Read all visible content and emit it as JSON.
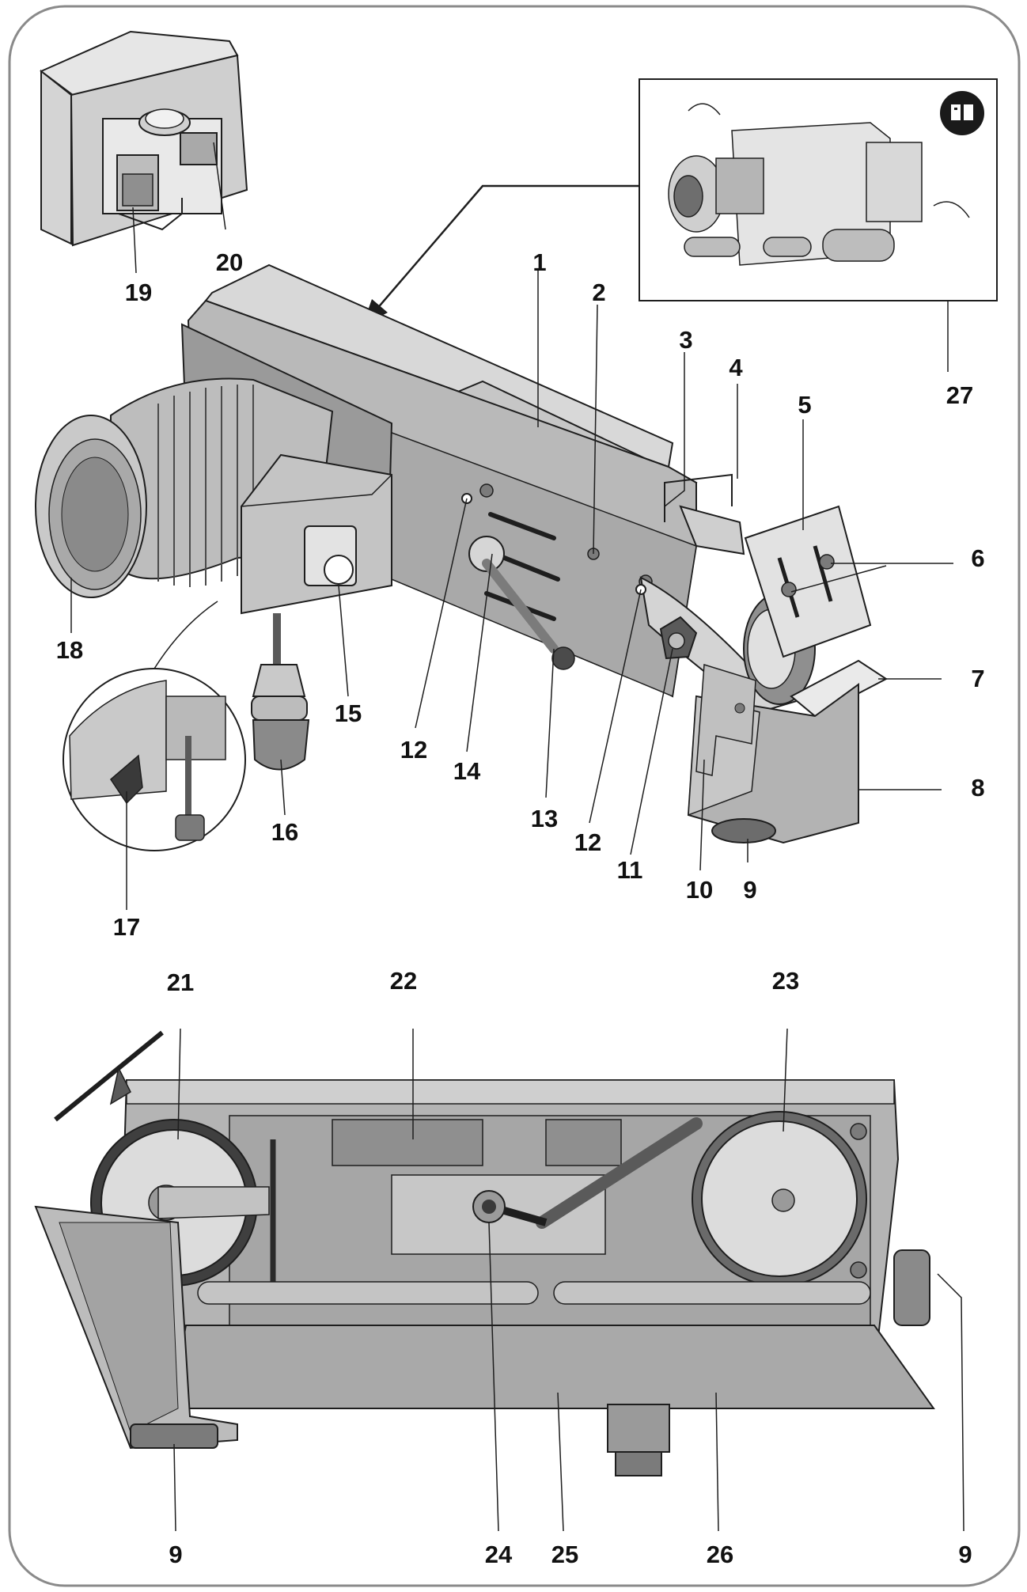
{
  "colors": {
    "background": "#ffffff",
    "frame": "#8a8a8a",
    "metal_light": "#c9c9c9",
    "metal_mid": "#a6a6a6",
    "metal_dark": "#7b7b7b",
    "line": "#1e1e1e",
    "badge": "#1a1a1a"
  },
  "inset_icon": "manual-book-icon",
  "callouts": {
    "c1": "1",
    "c2": "2",
    "c3": "3",
    "c4": "4",
    "c5": "5",
    "c6": "6",
    "c7": "7",
    "c8": "8",
    "c9a": "9",
    "c10": "10",
    "c11": "11",
    "c12a": "12",
    "c12b": "12",
    "c13": "13",
    "c14": "14",
    "c15": "15",
    "c16": "16",
    "c17": "17",
    "c18": "18",
    "c19": "19",
    "c20": "20",
    "c21": "21",
    "c22": "22",
    "c23": "23",
    "c24": "24",
    "c25": "25",
    "c26": "26",
    "c27": "27",
    "c9b": "9",
    "c9c": "9"
  }
}
